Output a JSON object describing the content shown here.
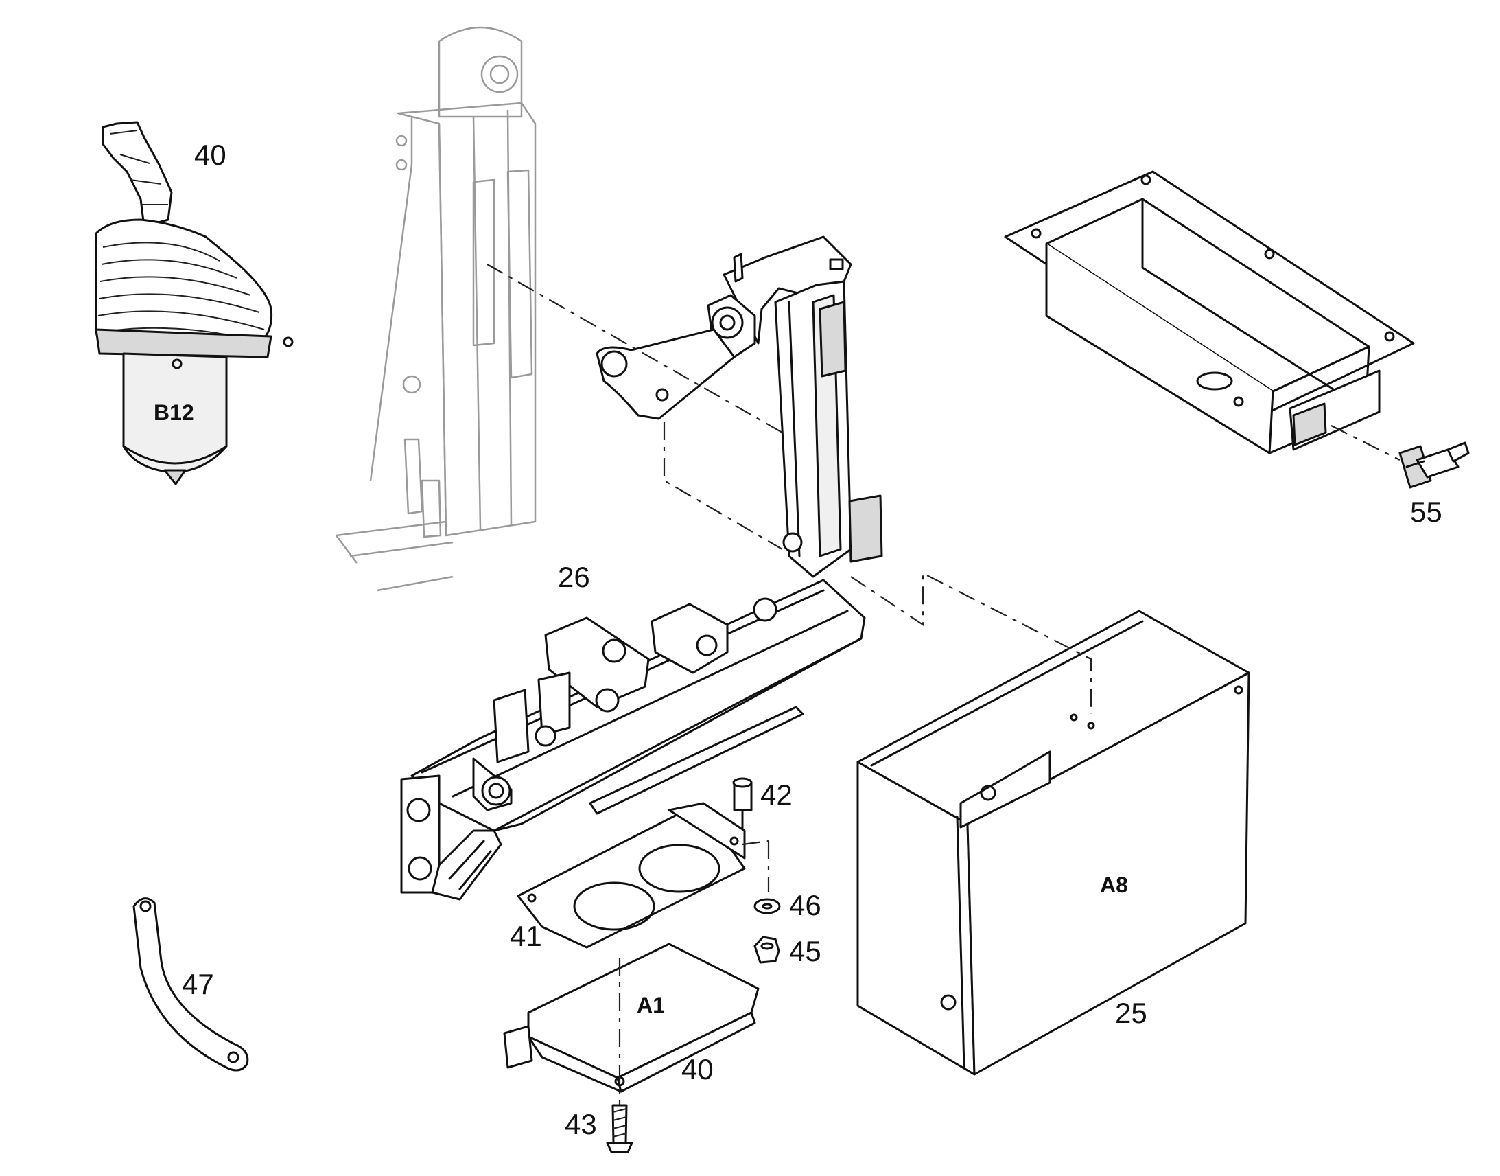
{
  "labels": {
    "callout_40_joystick": "40",
    "designator_b12": "B12",
    "callout_26": "26",
    "callout_55": "55",
    "callout_42": "42",
    "callout_46": "46",
    "callout_45": "45",
    "callout_41": "41",
    "callout_47": "47",
    "designator_a1": "A1",
    "callout_40_module": "40",
    "callout_43": "43",
    "designator_a8": "A8",
    "callout_25": "25"
  },
  "colors": {
    "line": "#111111",
    "ghost_line": "#9a9a9a",
    "background": "#ffffff"
  }
}
